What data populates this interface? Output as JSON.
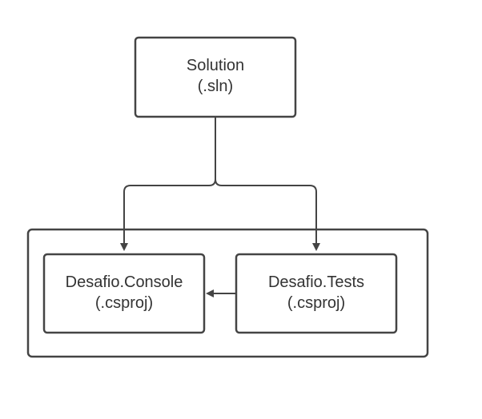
{
  "nodes": {
    "solution": {
      "line1": "Solution",
      "line2": "(.sln)"
    },
    "console": {
      "line1": "Desafio.Console",
      "line2": "(.csproj)"
    },
    "tests": {
      "line1": "Desafio.Tests",
      "line2": "(.csproj)"
    }
  },
  "colors": {
    "stroke": "#444444",
    "text": "#333333",
    "background": "#ffffff"
  }
}
